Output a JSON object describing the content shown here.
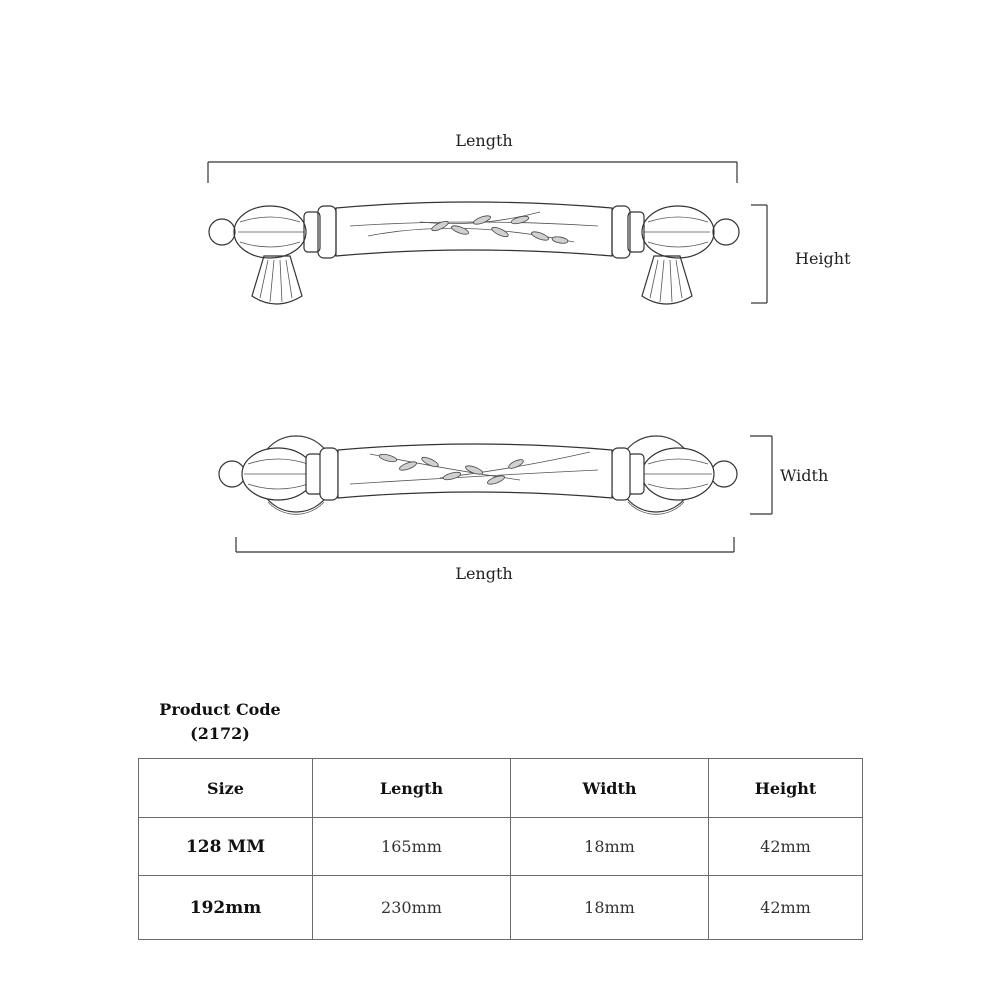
{
  "diagram": {
    "top_view": {
      "length_label": "Length",
      "height_label": "Height"
    },
    "bottom_view": {
      "width_label": "Width",
      "length_label": "Length"
    }
  },
  "product": {
    "code_title": "Product Code",
    "code_value": "(2172)"
  },
  "table": {
    "headers": [
      "Size",
      "Length",
      "Width",
      "Height"
    ],
    "rows": [
      [
        "128 MM",
        "165mm",
        "18mm",
        "42mm"
      ],
      [
        "192mm",
        "230mm",
        "18mm",
        "42mm"
      ]
    ]
  }
}
